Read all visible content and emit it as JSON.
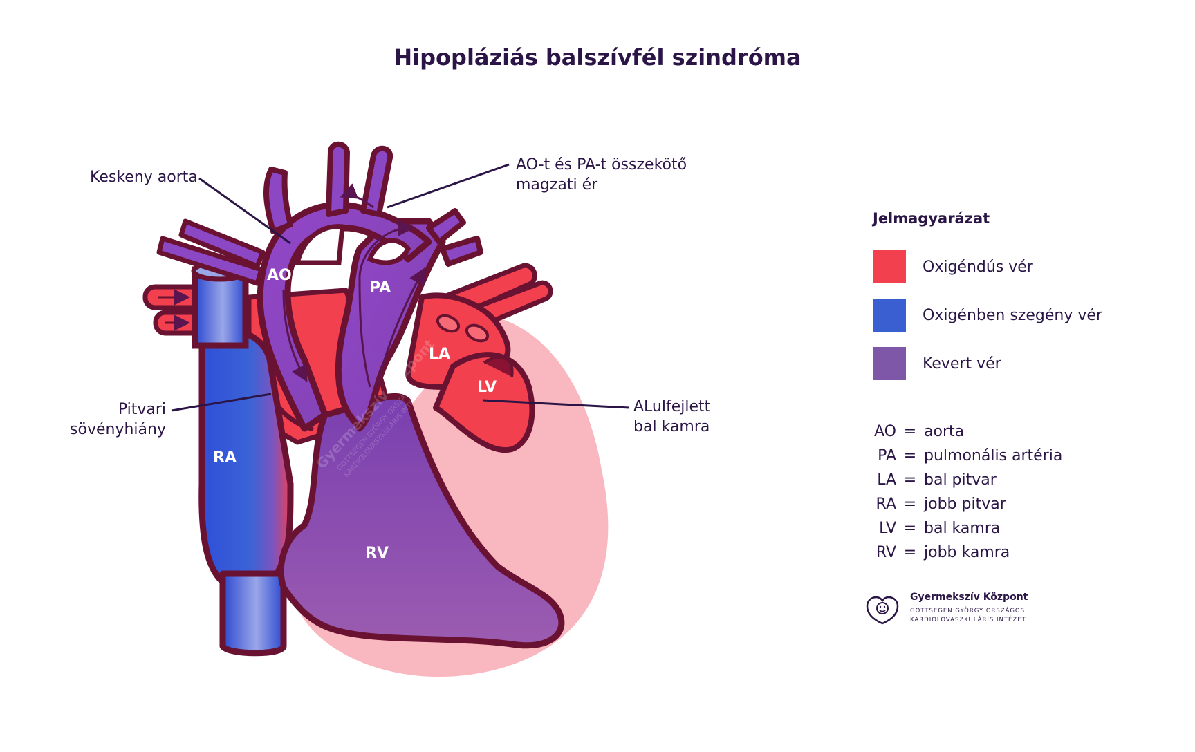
{
  "title": "Hipopláziás balszívfél szindróma",
  "callouts": {
    "narrow_aorta": "Keskeny aorta",
    "ductus": "AO-t és PA-t összekötő magzati ér",
    "asd": "Pitvari sövényhiány",
    "lv_underdeveloped": "ALulfejlett bal kamra"
  },
  "chambers": {
    "ao": "AO",
    "pa": "PA",
    "la": "LA",
    "lv": "LV",
    "ra": "RA",
    "rv": "RV"
  },
  "legend": {
    "title": "Jelmagyarázat",
    "items": [
      {
        "label": "Oxigéndús vér",
        "color": "#f2404e"
      },
      {
        "label": "Oxigénben szegény vér",
        "color": "#3a5fd0"
      },
      {
        "label": "Kevert vér",
        "color": "#7f57a8"
      }
    ]
  },
  "abbreviations": [
    {
      "abbr": "AO",
      "eq": "=",
      "meaning": "aorta"
    },
    {
      "abbr": "PA",
      "eq": "=",
      "meaning": "pulmonális artéria"
    },
    {
      "abbr": "LA",
      "eq": "=",
      "meaning": "bal pitvar"
    },
    {
      "abbr": "RA",
      "eq": "=",
      "meaning": "jobb pitvar"
    },
    {
      "abbr": "LV",
      "eq": "=",
      "meaning": "bal kamra"
    },
    {
      "abbr": "RV",
      "eq": "=",
      "meaning": "jobb kamra"
    }
  ],
  "logo": {
    "name": "Gyermekszív Központ",
    "sub_line1": "GOTTSEGEN GYÖRGY ORSZÁGOS",
    "sub_line2": "KARDIOLOVASZKULÁRIS INTÉZET"
  },
  "watermark": {
    "line1": "Gyermekszív Központ",
    "line2": "GOTTSEGEN GYÖRGY ORSZÁGOS",
    "line3": "KARDIOLOVASZKULÁRIS INTÉZET"
  },
  "colors": {
    "outline": "#6a1232",
    "oxygen_rich": "#f2404e",
    "oxygen_poor": "#3a5fd0",
    "mixed": "#8a55b0",
    "pericardium": "#f9b7bf",
    "text": "#2a1546"
  }
}
